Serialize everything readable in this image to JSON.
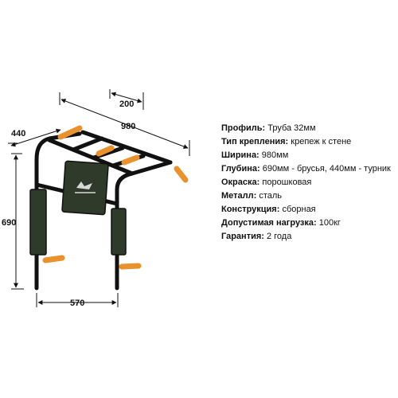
{
  "dimensions": {
    "top_depth": "200",
    "width": "980",
    "side_depth": "440",
    "height": "690",
    "base": "570"
  },
  "colors": {
    "frame": "#111111",
    "grip": "#e8912d",
    "pad": "#2f3a2a",
    "background": "#ffffff"
  },
  "specs": [
    {
      "label": "Профиль:",
      "value": "Труба 32мм"
    },
    {
      "label": "Тип крепления:",
      "value": "крепеж к стене"
    },
    {
      "label": "Ширина:",
      "value": "980мм"
    },
    {
      "label": "Глубина:",
      "value": "690мм - брусья, 440мм - турник"
    },
    {
      "label": "Окраска:",
      "value": "порошковая"
    },
    {
      "label": "Металл:",
      "value": "сталь"
    },
    {
      "label": "Конструкция:",
      "value": "сборная"
    },
    {
      "label": "Допустимая нагрузка:",
      "value": "100кг"
    },
    {
      "label": "Гарантия:",
      "value": "2 года"
    }
  ]
}
